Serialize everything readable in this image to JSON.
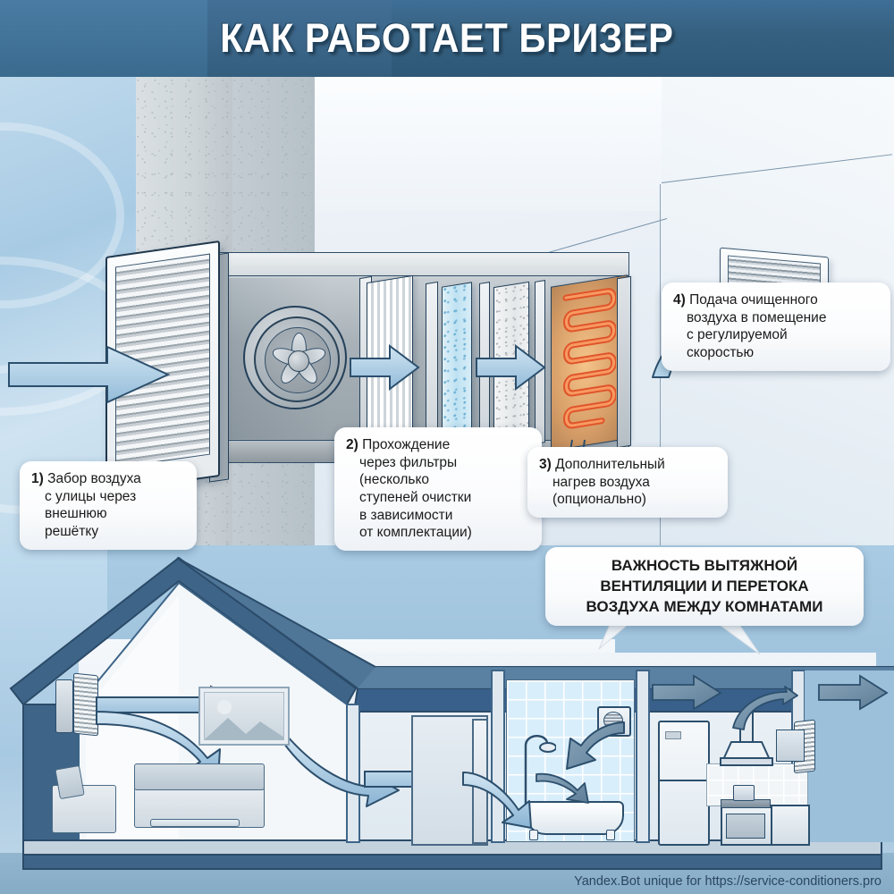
{
  "header": {
    "title": "КАК РАБОТАЕТ БРИЗЕР"
  },
  "callouts": [
    {
      "id": "callout-1",
      "name": "callout-air-intake",
      "lines": [
        "1) Забор воздуха",
        "с улицы через",
        "внешнюю",
        "решётку"
      ]
    },
    {
      "id": "callout-2",
      "name": "callout-filters",
      "lines": [
        "2) Прохождение",
        "через фильтры",
        "(несколько",
        "ступеней очистки",
        "в зависимости",
        "от комплектации)"
      ]
    },
    {
      "id": "callout-3",
      "name": "callout-heating",
      "lines": [
        "3) Дополнительный",
        "нагрев воздуха",
        "(опционально)"
      ]
    },
    {
      "id": "callout-4",
      "name": "callout-supply",
      "lines": [
        "4) Подача очищенного",
        "воздуха в помещение",
        "с регулируемой",
        "скоростью"
      ]
    }
  ],
  "banner": {
    "name": "callout-exhaust-importance",
    "lines": [
      "ВАЖНОСТЬ ВЫТЯЖНОЙ",
      "ВЕНТИЛЯЦИИ И ПЕРЕТОКА",
      "ВОЗДУХА МЕЖДУ КОМНАТАМИ"
    ]
  },
  "footer": {
    "credit": "Yandex.Bot unique for https://service-conditioners.pro"
  },
  "scene_top": {
    "icons": {
      "outdoor_grille": "louver-grille-icon",
      "fan": "fan-icon",
      "filter_pleated": "pleated-filter-icon",
      "filter_blue": "carbon-filter-icon",
      "filter_grey": "hepa-filter-icon",
      "heater": "heater-coil-icon",
      "indoor_grille": "supply-grille-icon",
      "arrow_intake": "arrow-right-icon",
      "arrow_through_filters": "arrow-right-icon",
      "arrow_to_heater": "arrow-right-icon",
      "arrow_supply": "arrow-curved-up-icon"
    }
  },
  "scene_bottom": {
    "icons": {
      "breezer_unit": "breezer-unit-icon",
      "armchair": "armchair-icon",
      "sofa": "sofa-icon",
      "coffee_table": "coffee-table-icon",
      "wall_picture": "framed-picture-icon",
      "door": "door-icon",
      "bathtub": "bathtub-icon",
      "shower": "shower-head-icon",
      "bath_exhaust": "exhaust-fan-icon",
      "fridge": "refrigerator-icon",
      "range_hood": "range-hood-icon",
      "oven": "oven-icon",
      "pot": "cooking-pot-icon",
      "kitchen_exhaust": "exhaust-grille-icon",
      "arrow_supply_straight": "arrow-right-icon",
      "arrow_supply_down": "arrow-curved-down-icon",
      "arrow_to_hall": "arrow-curved-right-icon",
      "arrow_through_door": "arrow-right-icon",
      "arrow_bath_in": "arrow-curved-down-icon",
      "arrow_bath_exhaust": "arrow-curved-down-dark-icon",
      "arrow_kitchen_in": "arrow-right-dark-icon",
      "arrow_kitchen_out": "arrow-right-dark-icon"
    }
  },
  "colors": {
    "header_bg": "#35607f",
    "accent_arrow": "#a9cde6",
    "heater_coil": "#e8633a",
    "banner_text": "#111111",
    "outline": "#24405a"
  }
}
